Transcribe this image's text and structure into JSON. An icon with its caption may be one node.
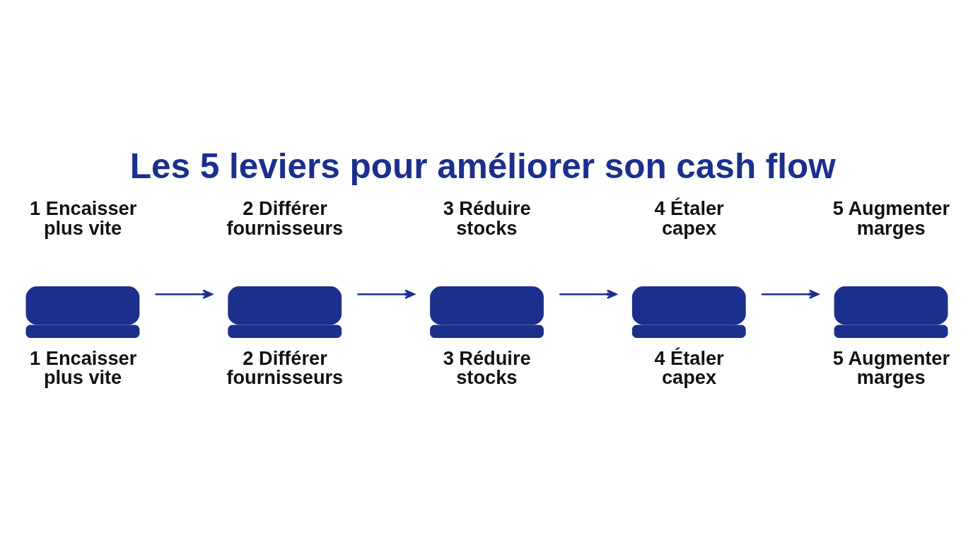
{
  "diagram": {
    "title": "Les 5 leviers pour améliorer son cash flow",
    "nodes": [
      {
        "text": [
          "1 Encaisser plus vite",
          "1 Encaisser plus vite"
        ]
      },
      {
        "text": [
          "2 Différer fournisseurs",
          "2 Différer fournisseurs"
        ]
      },
      {
        "text": [
          "3 Réduire stocks",
          "3 Réduire stocks"
        ]
      },
      {
        "text": [
          "4 Étaler capex",
          "4 Étaler capex"
        ]
      },
      {
        "text": [
          "5 Augmenter marges",
          "5 Augmenter marges"
        ]
      }
    ],
    "edges": [
      {
        "from": 0,
        "to": 1,
        "arrow": "to"
      },
      {
        "from": 1,
        "to": 2,
        "arrow": "to"
      },
      {
        "from": 2,
        "to": 3,
        "arrow": "to"
      },
      {
        "from": 3,
        "to": 4,
        "arrow": "to"
      }
    ]
  }
}
